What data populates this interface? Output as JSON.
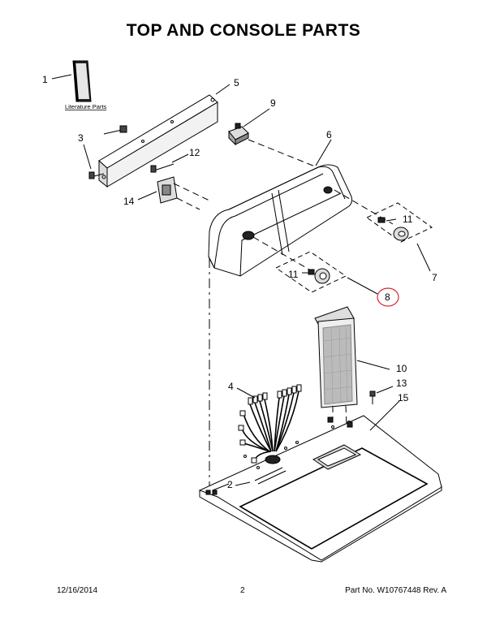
{
  "title": "TOP AND CONSOLE PARTS",
  "literature_label": "Literature Parts",
  "callouts": {
    "c1": "1",
    "c2": "2",
    "c3": "3",
    "c4": "4",
    "c5": "5",
    "c6": "6",
    "c7": "7",
    "c8": "8",
    "c9": "9",
    "c10": "10",
    "c11a": "11",
    "c11b": "11",
    "c12": "12",
    "c13": "13",
    "c14": "14",
    "c15": "15"
  },
  "highlight_color": "#d9262c",
  "footer": {
    "date": "12/16/2014",
    "page": "2",
    "part_number": "Part No.  W10767448  Rev. A"
  }
}
